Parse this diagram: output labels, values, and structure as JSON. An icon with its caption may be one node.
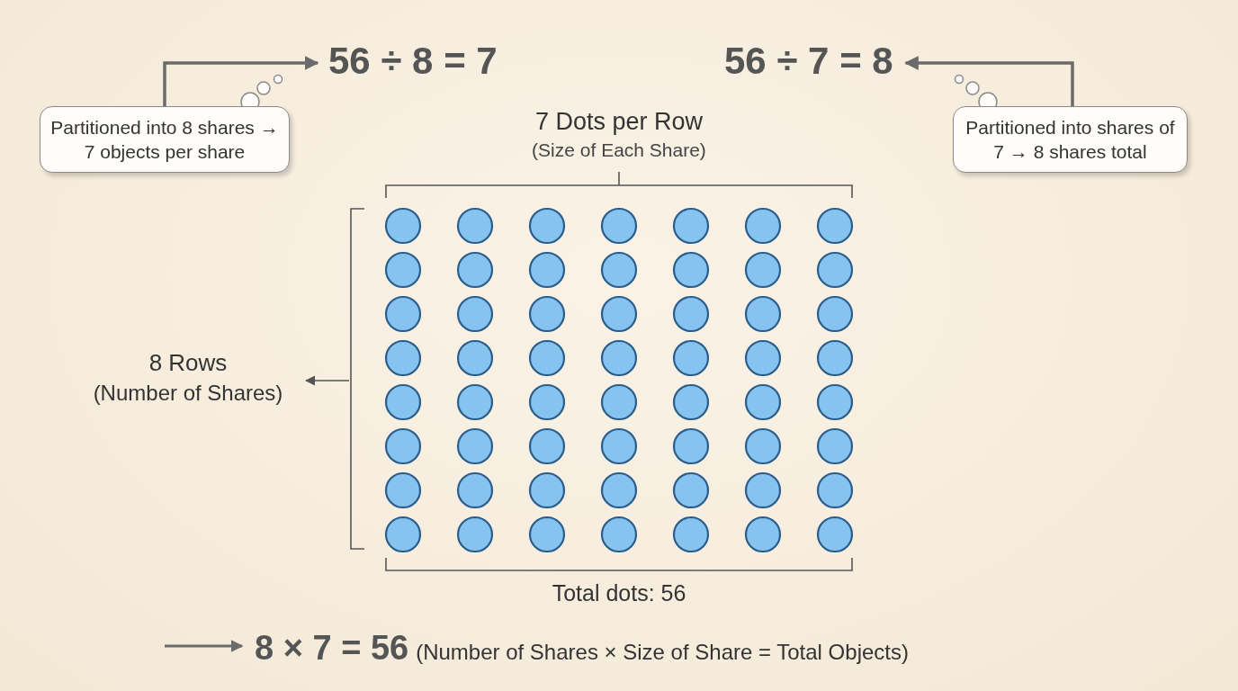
{
  "diagram": {
    "nodes": [
      {
        "text": [
          "56 ÷ 8 = 7"
        ]
      },
      {
        "text": [
          "Partitioned into 8 shares → 7 objects per share"
        ]
      },
      {
        "text": [
          "56 ÷ 7 = 8"
        ]
      },
      {
        "text": [
          "Partitioned into shares of 7 → 8 shares total"
        ]
      },
      {
        "text": [
          "8 Rows",
          "(Number of Shares)"
        ]
      },
      {
        "text": [
          "8 × 7 = 56",
          "(Number of Shares × Size of Share = Total Objects)"
        ]
      }
    ],
    "edges": [
      {
        "from": 1,
        "to": 0,
        "arrow": "to"
      },
      {
        "from": 3,
        "to": 2,
        "arrow": "to"
      },
      {
        "from": null,
        "to": 4,
        "arrow": "to"
      },
      {
        "from": null,
        "to": 5,
        "arrow": "to"
      }
    ],
    "labels": [
      "7 Dots per Row",
      "(Size of Each Share)",
      "Total dots: 56"
    ]
  }
}
